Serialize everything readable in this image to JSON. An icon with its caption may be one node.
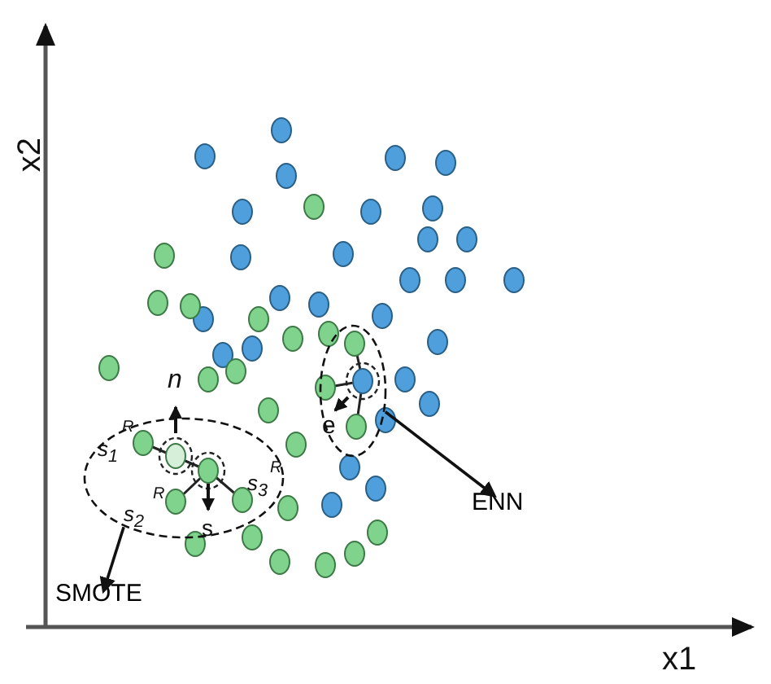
{
  "diagram": {
    "nodes": [
      {
        "text": [],
        "shape": "ellipse"
      },
      {
        "text": [
          "SMOTE"
        ]
      },
      {
        "text": [],
        "shape": "ellipse"
      },
      {
        "text": [
          "ENN"
        ]
      }
    ],
    "edges": [
      {
        "from": 0,
        "to": 1,
        "arrow": "to"
      },
      {
        "from": 2,
        "to": 3,
        "arrow": "to"
      }
    ],
    "labels": [
      "x2",
      "n",
      "e",
      "R",
      "s$_{1}$",
      "R",
      "R",
      "s$_{3}$",
      "s$_{2}$",
      "s",
      "x1"
    ]
  }
}
